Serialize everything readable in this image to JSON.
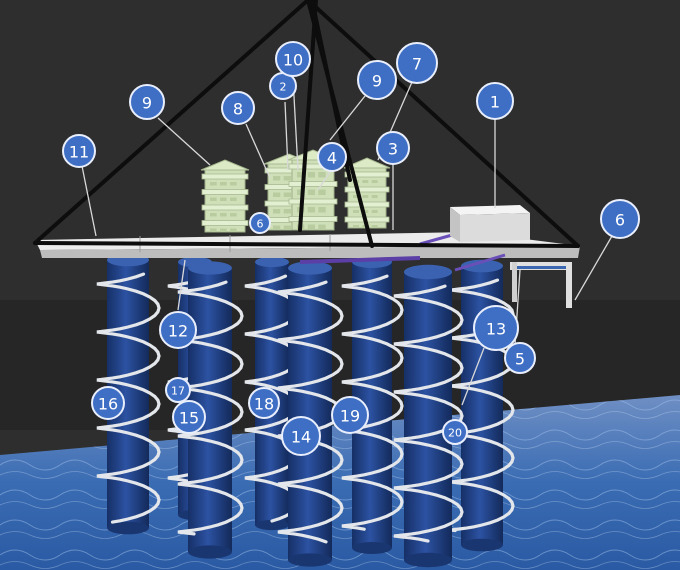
{
  "scene": {
    "background_color": "#2d2d2d",
    "water_color": "#2f62a8",
    "pile_color": "#1f3f86",
    "helix_color": "#e3e6ea",
    "deck_color": "#e6e6e6",
    "frame_color": "#111111",
    "building_color": "#cfe0b8",
    "callout_color": "#3f6fc4"
  },
  "callouts": [
    {
      "label": "1"
    },
    {
      "label": "2"
    },
    {
      "label": "3"
    },
    {
      "label": "4"
    },
    {
      "label": "5"
    },
    {
      "label": "6"
    },
    {
      "label": "6"
    },
    {
      "label": "7"
    },
    {
      "label": "8"
    },
    {
      "label": "9"
    },
    {
      "label": "9"
    },
    {
      "label": "10"
    },
    {
      "label": "11"
    },
    {
      "label": "12"
    },
    {
      "label": "13"
    },
    {
      "label": "14"
    },
    {
      "label": "15"
    },
    {
      "label": "16"
    },
    {
      "label": "17"
    },
    {
      "label": "18"
    },
    {
      "label": "19"
    },
    {
      "label": "20"
    }
  ]
}
